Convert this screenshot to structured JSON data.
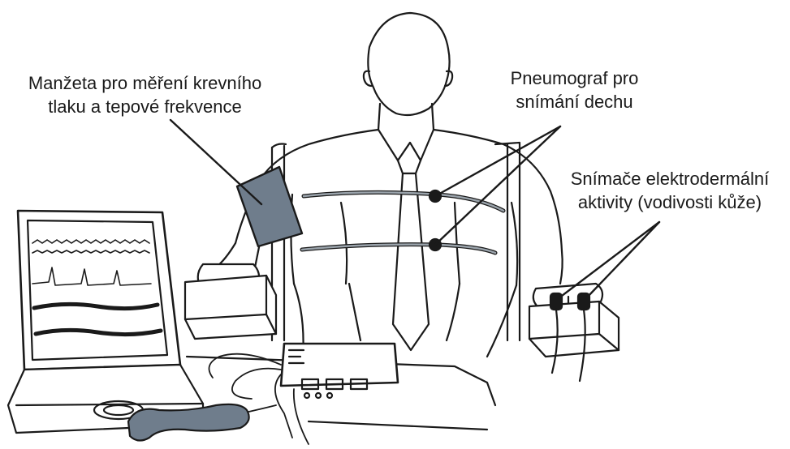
{
  "labels": {
    "cuff": "Manžeta pro měření krevního\ntlaku a tepové frekvence",
    "pneumograph": "Pneumograf pro\nsnímání dechu",
    "eda": "Snímače elektrodermální\naktivity (vodivosti kůže)"
  },
  "colors": {
    "ink": "#1a1a1a",
    "cuff_fill": "#6f7d8c",
    "band_fill": "#9aa3ab"
  },
  "icons": [
    "person-figure",
    "laptop-monitor",
    "polygraph-box",
    "blood-pressure-cuff",
    "pneumograph-bands",
    "eda-finger-sensors"
  ]
}
